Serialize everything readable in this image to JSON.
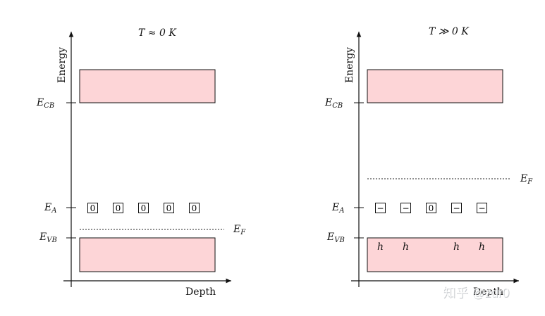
{
  "panels": [
    {
      "title": "T ≈ 0 K",
      "axis_y_label": "Energy",
      "axis_x_label": "Depth",
      "levels": {
        "cb": "E_CB",
        "a": "E_A",
        "vb": "E_VB",
        "fermi": "E_F"
      },
      "acceptor_states": [
        "0",
        "0",
        "0",
        "0",
        "0"
      ],
      "holes": []
    },
    {
      "title": "T ≫ 0 K",
      "axis_y_label": "Energy",
      "axis_x_label": "Depth",
      "levels": {
        "cb": "E_CB",
        "a": "E_A",
        "vb": "E_VB",
        "fermi": "E_F"
      },
      "acceptor_states": [
        "−",
        "−",
        "0",
        "−",
        "−"
      ],
      "holes": [
        "h",
        "h",
        "h",
        "h"
      ]
    }
  ],
  "watermark": "知乎 @zdr0",
  "colors": {
    "band_fill": "#fdd5d7",
    "line": "#111111"
  }
}
